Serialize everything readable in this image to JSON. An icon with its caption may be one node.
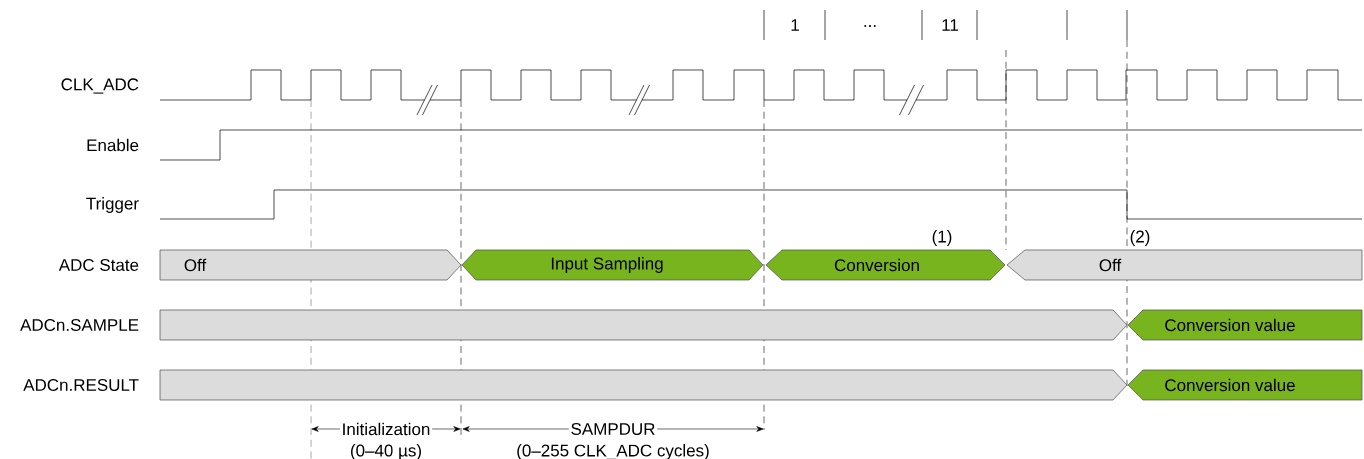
{
  "diagram": {
    "nodes": [
      {
        "text": [
          "Off"
        ]
      },
      {
        "text": [
          "Input Sampling"
        ]
      },
      {
        "text": [
          "Conversion"
        ]
      },
      {
        "text": [
          "Off"
        ]
      },
      {
        "text": [],
        "shape": "bar"
      },
      {
        "text": [
          "Conversion value"
        ]
      },
      {
        "text": [],
        "shape": "bar"
      },
      {
        "text": [
          "Conversion value"
        ]
      }
    ],
    "labels": [
      "1",
      "...",
      "11",
      "CLK_ADC",
      "Enable",
      "Trigger",
      "(1)",
      "(2)",
      "ADC State",
      "ADCn.SAMPLE",
      "ADCn.RESULT",
      "Initialization",
      "SAMPDUR",
      "(0–40 µs)",
      "(0–255 CLK_ADC cycles)"
    ]
  }
}
